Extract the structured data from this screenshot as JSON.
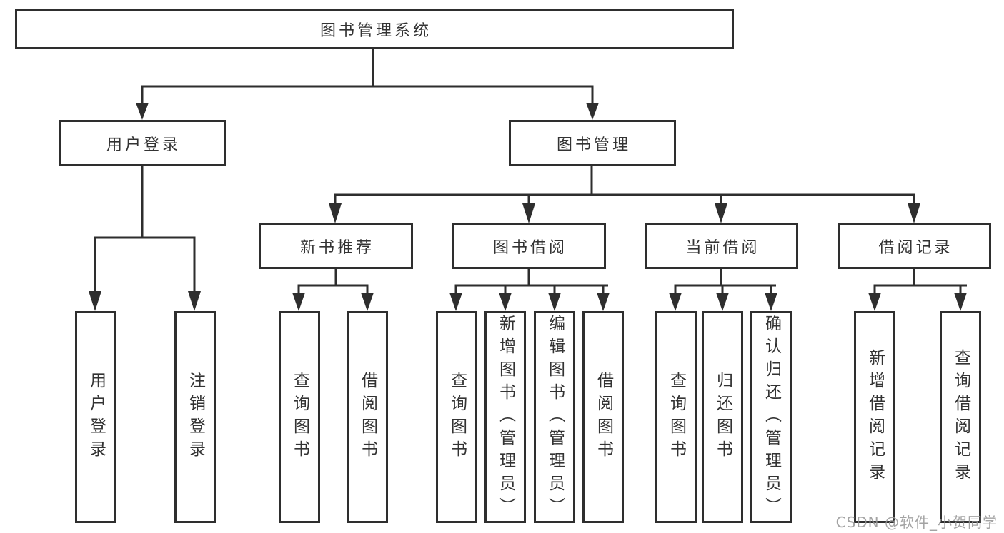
{
  "diagram_title": "图书管理系统",
  "watermark": "CSDN @软件_小贺同学",
  "colors": {
    "line": "#2e2e2e",
    "text": "#333333",
    "background": "#ffffff",
    "watermark": "#969696"
  },
  "nodes": {
    "root": "图书管理系统",
    "user_login": "用户登录",
    "book_mgmt": "图书管理",
    "new_book_rec": "新书推荐",
    "book_borrow": "图书借阅",
    "current_borrow": "当前借阅",
    "borrow_records": "借阅记录",
    "leaf_user_login": "用户登录",
    "leaf_logout": "注销登录",
    "leaf_rec_query": "查询图书",
    "leaf_rec_borrow": "借阅图书",
    "leaf_bb_query": "查询图书",
    "leaf_bb_add": "新增图书（管理员）",
    "leaf_bb_edit": "编辑图书（管理员）",
    "leaf_bb_borrow": "借阅图书",
    "leaf_cb_query": "查询图书",
    "leaf_cb_return": "归还图书",
    "leaf_cb_confirm": "确认归还（管理员）",
    "leaf_br_add": "新增借阅记录",
    "leaf_br_query": "查询借阅记录"
  }
}
